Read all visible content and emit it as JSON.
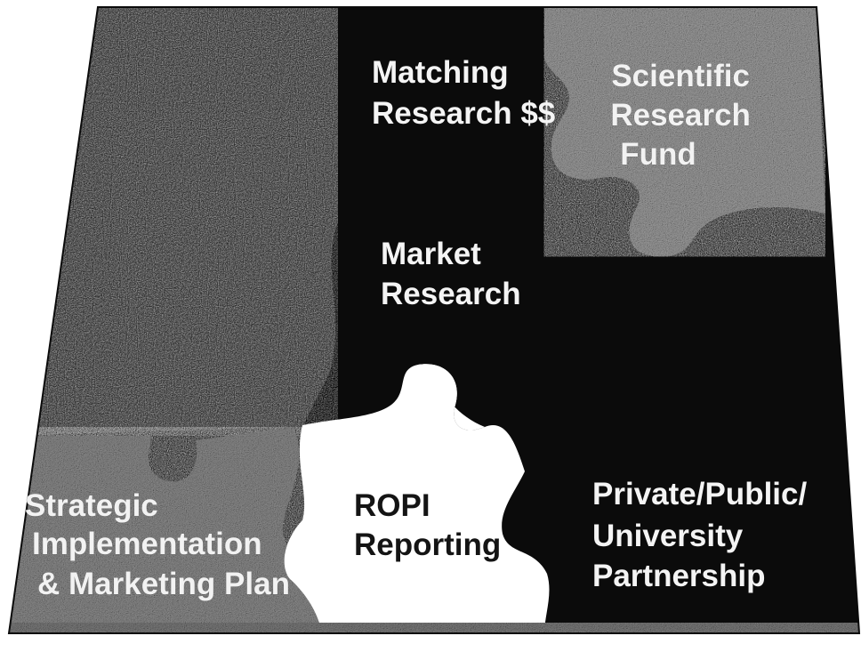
{
  "pieces": {
    "matching_research": {
      "lines": [
        "Matching",
        "Research $$"
      ]
    },
    "scientific_research": {
      "lines": [
        "Scientific",
        "Research",
        "Fund"
      ]
    },
    "market_research": {
      "lines": [
        "Market",
        "Research"
      ]
    },
    "strategic_plan": {
      "lines": [
        "Strategic",
        "Implementation",
        "& Marketing Plan"
      ]
    },
    "ropi_reporting": {
      "lines": [
        "ROPI",
        "Reporting"
      ]
    },
    "partnership": {
      "lines": [
        "Private/Public/",
        "University",
        "Partnership"
      ]
    }
  },
  "colors": {
    "dark_piece": "#0b0b0b",
    "grainy_base": "#8c8c8c",
    "light_piece": "#ffffff",
    "background": "#ffffff"
  }
}
